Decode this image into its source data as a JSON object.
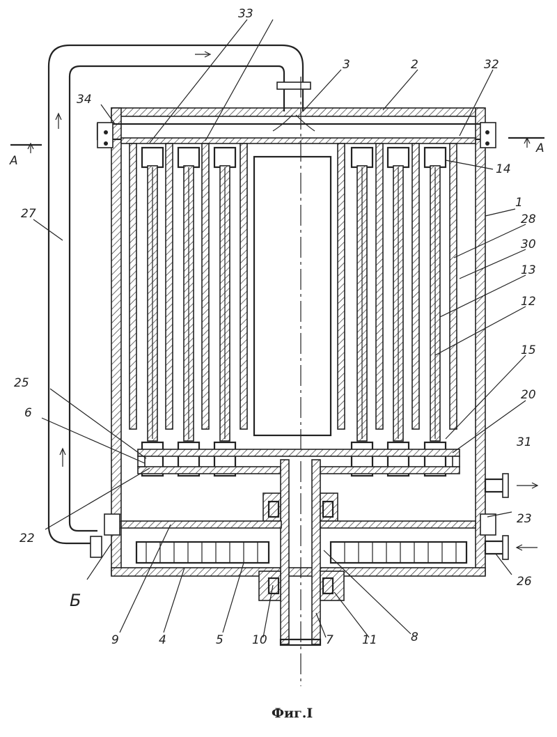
{
  "figure": {
    "caption": "Фиг.I",
    "section_mark_left": "A",
    "section_mark_right": "A",
    "view_mark": "Б"
  },
  "callouts": [
    "1",
    "2",
    "3",
    "4",
    "5",
    "6",
    "7",
    "8",
    "9",
    "10",
    "11",
    "12",
    "13",
    "14",
    "15",
    "20",
    "22",
    "23",
    "25",
    "26",
    "27",
    "28",
    "30",
    "31",
    "32",
    "33",
    "34"
  ]
}
